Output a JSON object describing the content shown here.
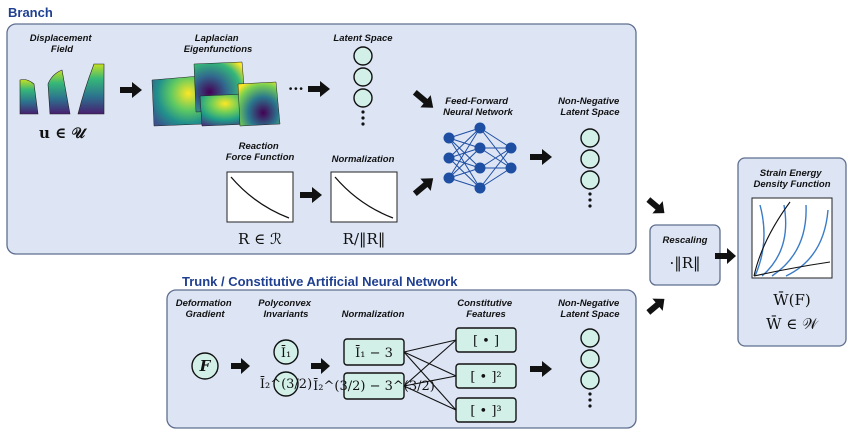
{
  "sections": {
    "branch": "Branch",
    "trunk": "Trunk / Constitutive Artificial Neural Network"
  },
  "branch": {
    "displacement_title": [
      "Displacement",
      "Field"
    ],
    "displacement_label": "u ∈ 𝒰",
    "laplacian_title": [
      "Laplacian",
      "Eigenfunctions"
    ],
    "ellipsis": "···",
    "latent_title": "Latent Space",
    "reaction_title": [
      "Reaction",
      "Force Function"
    ],
    "reaction_label": "R ∈ ℛ",
    "normalization_title": "Normalization",
    "normalization_label": "R/‖R‖",
    "ffnn_title": [
      "Feed-Forward",
      "Neural Network"
    ],
    "nonneg_title": [
      "Non-Negative",
      "Latent Space"
    ]
  },
  "rescaling": {
    "title": "Rescaling",
    "label": "·‖R‖"
  },
  "strain": {
    "title": [
      "Strain Energy",
      "Density Function"
    ],
    "label1": "W̄(F)",
    "label2": "W̄ ∈ 𝒲"
  },
  "trunk": {
    "deformation_title": [
      "Deformation",
      "Gradient"
    ],
    "F_label": "F",
    "polyconvex_title": [
      "Polyconvex",
      "Invariants"
    ],
    "I1": "Ī₁",
    "I2": "Ī₂^(3/2)",
    "normalization_title": "Normalization",
    "norm1": "Ī₁ − 3",
    "norm2": "Ī₂^(3/2) − 3^(3/2)",
    "features_title": [
      "Constitutive",
      "Features"
    ],
    "feature1": "[ • ]",
    "feature2": "[ • ]²",
    "feature3": "[ • ]³",
    "nonneg_title": [
      "Non-Negative",
      "Latent Space"
    ]
  },
  "colors": {
    "panel_fill": "#dde5f5",
    "panel_stroke": "#5f6f8f",
    "section_title": "#1f3f91",
    "node_fill": "#d2f0e8",
    "nn_node": "#1f4fa3",
    "curve_blue": "#3a7bc8"
  }
}
